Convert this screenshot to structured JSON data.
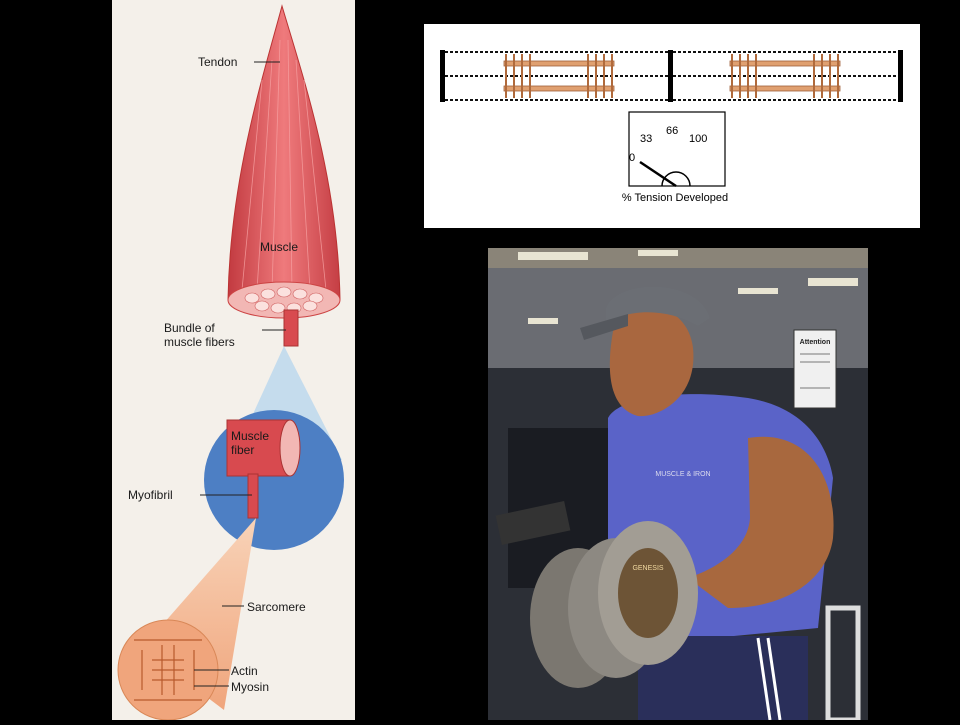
{
  "anatomy": {
    "labels": {
      "tendon": "Tendon",
      "muscle": "Muscle",
      "bundle": "Bundle of\nmuscle fibers",
      "fiber": "Muscle\nfiber",
      "myofibril": "Myofibril",
      "sarcomere": "Sarcomere",
      "actin": "Actin",
      "myosin": "Myosin"
    }
  },
  "tension_gauge": {
    "ticks": [
      "0",
      "33",
      "66",
      "100"
    ],
    "caption": "% Tension Developed",
    "needle_value": 0
  },
  "photo": {
    "sign_title": "Attention",
    "shirt_text": "MUSCLE & IRON",
    "dumbbell_text": "GENESIS"
  },
  "colors": {
    "muscle_red": "#d84a4f",
    "fiber_blue": "#4d7fc4",
    "myosin_orange": "#e0a070",
    "shirt_blue": "#5a63c8"
  }
}
